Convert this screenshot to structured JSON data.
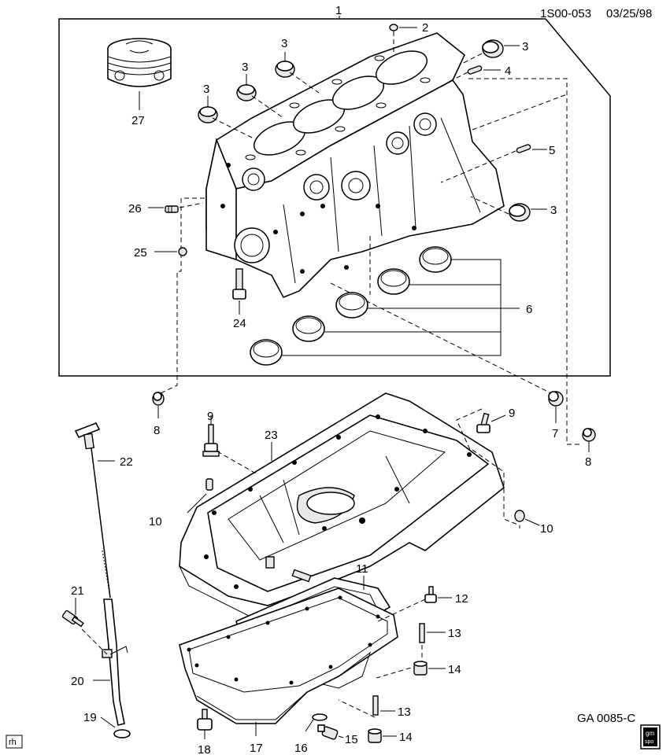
{
  "header": {
    "doc_code": "1S00-053",
    "date": "03/25/98"
  },
  "footer": {
    "figure_code": "GA 0085-C",
    "corner_tag": "rh",
    "logo_text_top": "gm",
    "logo_text_bottom": "spo"
  },
  "callouts": {
    "c1": "1",
    "c2": "2",
    "c3a": "3",
    "c3b": "3",
    "c3c": "3",
    "c3d": "3",
    "c3e": "3",
    "c4": "4",
    "c5": "5",
    "c6": "6",
    "c7": "7",
    "c8a": "8",
    "c8b": "8",
    "c9a": "9",
    "c9b": "9",
    "c10a": "10",
    "c10b": "10",
    "c11": "11",
    "c12": "12",
    "c13a": "13",
    "c13b": "13",
    "c14a": "14",
    "c14b": "14",
    "c15": "15",
    "c16": "16",
    "c17": "17",
    "c18": "18",
    "c19": "19",
    "c20": "20",
    "c21": "21",
    "c22": "22",
    "c23": "23",
    "c24": "24",
    "c25": "25",
    "c26": "26",
    "c27": "27"
  }
}
